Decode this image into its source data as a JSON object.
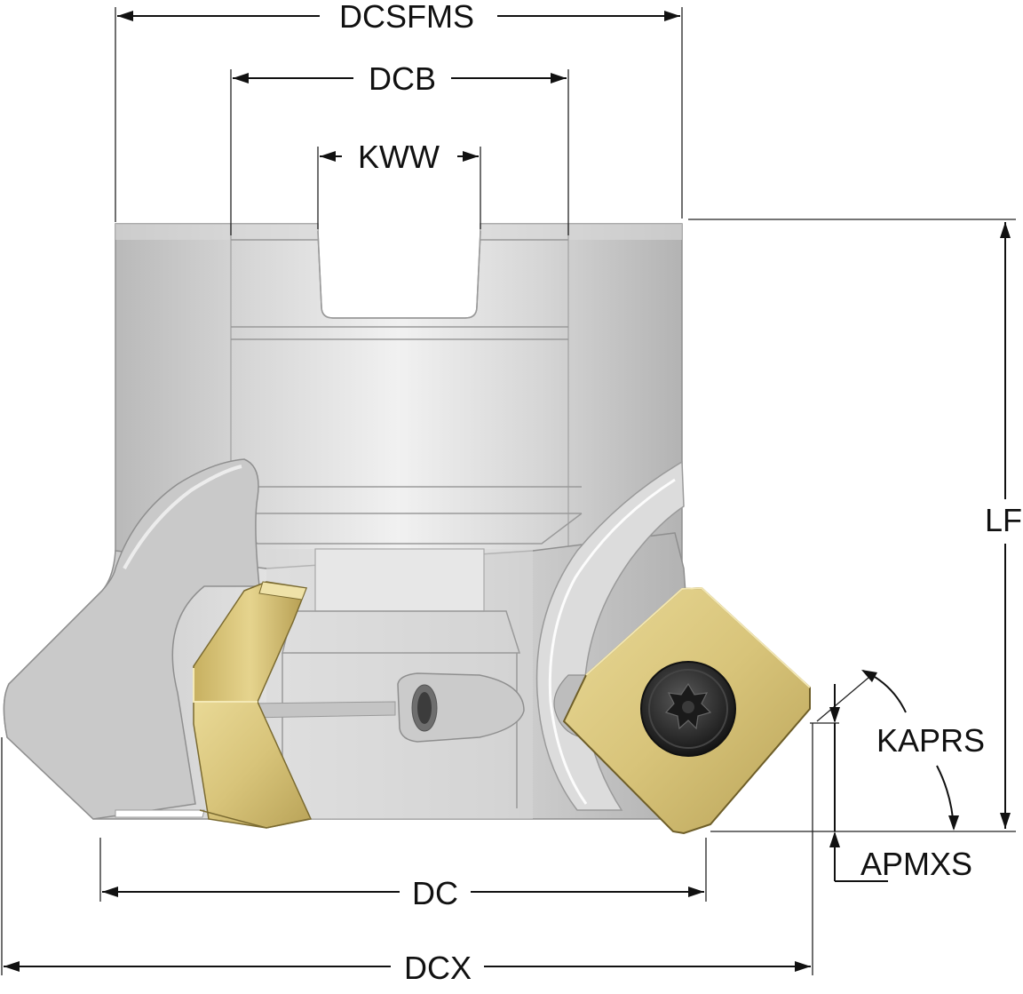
{
  "labels": {
    "dcsfms": "DCSFMS",
    "dcb": "DCB",
    "kww": "KWW",
    "lf": "LF",
    "kaprs": "KAPRS",
    "apmxs": "APMXS",
    "dc": "DC",
    "dcx": "DCX"
  },
  "colors": {
    "tool_body": "#cfcfcf",
    "tool_highlight": "#efefef",
    "insert_gold": "#d9c47a",
    "insert_dark": "#8a7a3a",
    "screw": "#2a2a2a",
    "dimension_line": "#111111"
  }
}
